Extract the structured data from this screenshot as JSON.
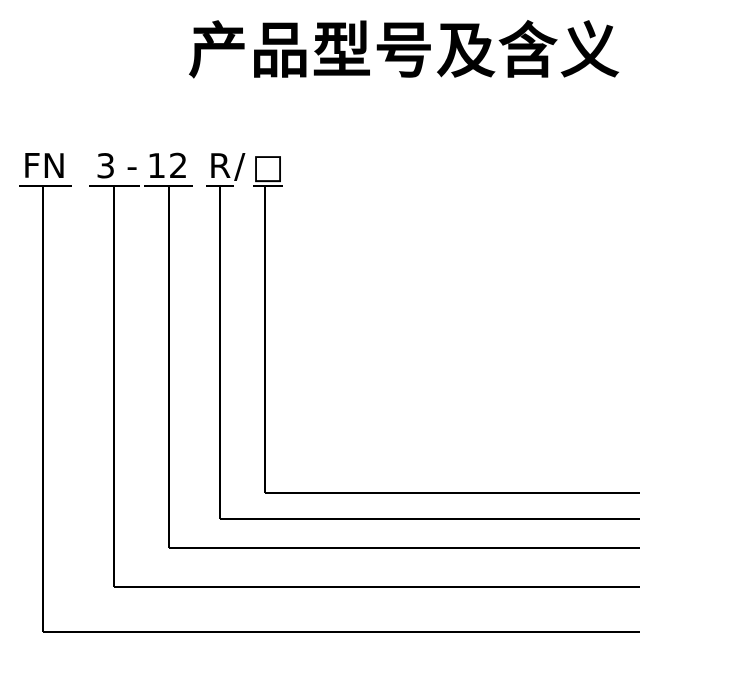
{
  "title": "产品型号及含义",
  "model_code": {
    "prefix": "FN",
    "design_number": "3",
    "separator": "-",
    "rated_voltage": "12",
    "fuse_suffix": "R",
    "slash": "/",
    "placeholder": "□"
  },
  "colors": {
    "text": "#000000",
    "lines": "#000000",
    "background": "#ffffff"
  }
}
